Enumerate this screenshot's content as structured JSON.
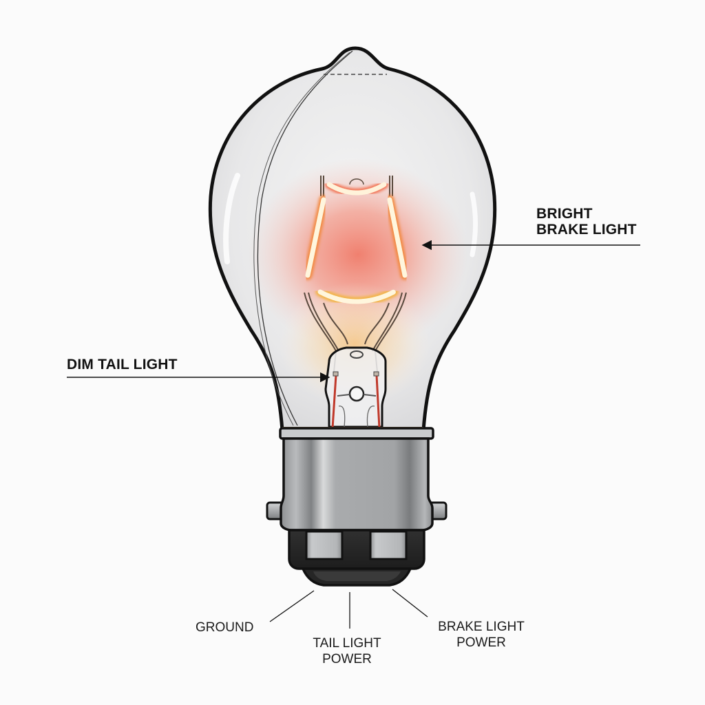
{
  "diagram": {
    "subject": "Dual-filament automotive bulb (tail/brake)",
    "colors": {
      "background": "#fbfbfb",
      "outline": "#111111",
      "glass": "#e9e9ea",
      "glow_core": "#f08070",
      "glow_warm": "#f6c88e",
      "filament": "#fff6dc",
      "metal_base": "#a7a9ab",
      "plastic_base": "#2a2a2a",
      "wire_red": "#c0392b"
    },
    "labels": {
      "bright": {
        "line1": "BRIGHT",
        "line2": "BRAKE LIGHT"
      },
      "dim": {
        "text": "DIM TAIL LIGHT"
      },
      "ground": {
        "text": "GROUND"
      },
      "tail_power": {
        "line1": "TAIL LIGHT",
        "line2": "POWER"
      },
      "brake_power": {
        "line1": "BRAKE LIGHT",
        "line2": "POWER"
      }
    }
  }
}
